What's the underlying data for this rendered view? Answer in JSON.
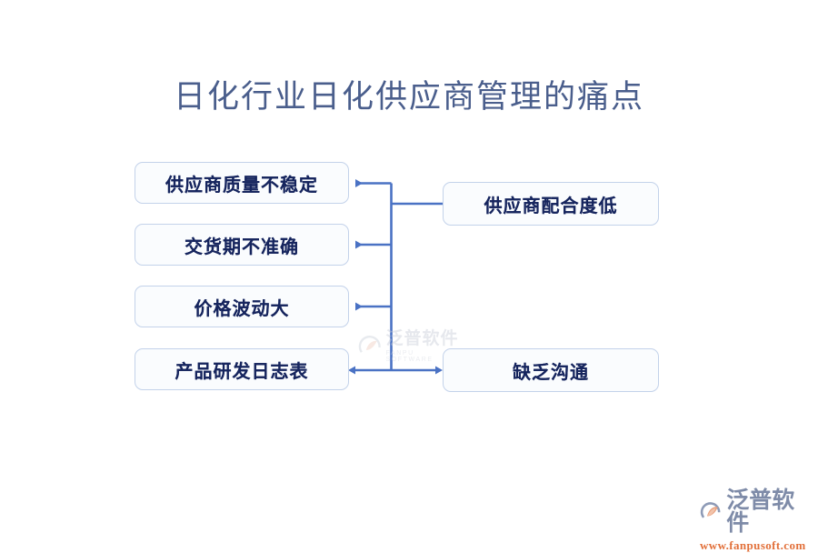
{
  "page": {
    "title": "日化行业日化供应商管理的痛点",
    "background_color": "#ffffff",
    "accent_color": "#4a72c4",
    "title_color": "#4a5e8c",
    "node_text_color": "#16255e",
    "node_border_color": "#c3d2ea",
    "node_fill_color": "#fafcfe"
  },
  "diagram": {
    "type": "pain-point-diagram",
    "left_nodes": [
      {
        "id": "node-1",
        "label": "供应商质量不稳定"
      },
      {
        "id": "node-2",
        "label": "交货期不准确"
      },
      {
        "id": "node-3",
        "label": "价格波动大"
      },
      {
        "id": "node-4",
        "label": "产品研发日志表"
      }
    ],
    "right_nodes": [
      {
        "id": "node-5",
        "label": "供应商配合度低"
      },
      {
        "id": "node-6",
        "label": "缺乏沟通"
      }
    ],
    "connectors": {
      "trunk_color": "#4a72c4",
      "arrow_direction_left": "left",
      "arrow_direction_bottom": "both"
    }
  },
  "watermark": {
    "center": {
      "name_cn": "泛普软件",
      "name_en": "FANPU SOFTWARE"
    }
  },
  "logo": {
    "name_cn": "泛普软件",
    "url": "www.fanpusoft.com",
    "icon": "fanpu-swoosh-logo"
  }
}
